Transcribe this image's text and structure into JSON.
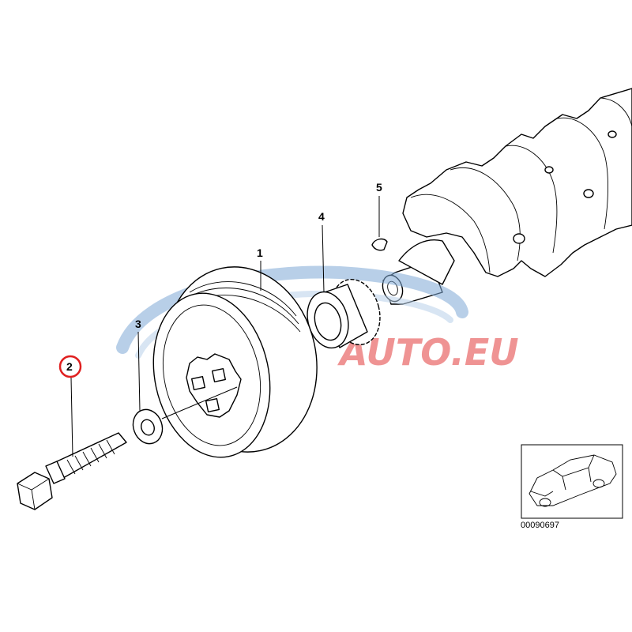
{
  "callouts": [
    {
      "label": "1",
      "part": "vibration-damper-pulley"
    },
    {
      "label": "2",
      "part": "bolt",
      "highlighted": true
    },
    {
      "label": "3",
      "part": "washer"
    },
    {
      "label": "4",
      "part": "sprocket"
    },
    {
      "label": "5",
      "part": "woodruff-key"
    }
  ],
  "watermark": {
    "text": "AUTO.EU",
    "color": "#e23b3b",
    "swoosh_color": "#7fa9d6"
  },
  "reference_number": "00090697",
  "highlight_color": "#e02020"
}
